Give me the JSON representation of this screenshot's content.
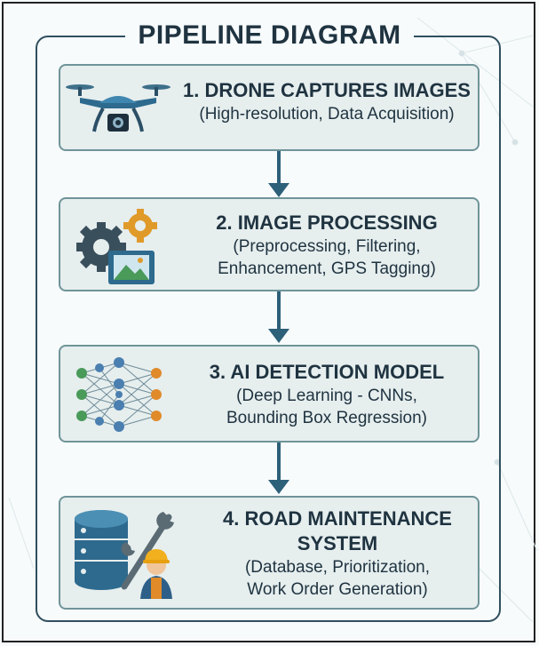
{
  "title": "PIPELINE DIAGRAM",
  "colors": {
    "frame": "#2f4f5f",
    "box_fill": "#e6eeee",
    "box_border": "#6f9499",
    "arrow": "#2d6079",
    "text": "#1f3340"
  },
  "steps": [
    {
      "heading": "1. DRONE CAPTURES IMAGES",
      "details": [
        "(High-resolution, Data Acquisition)"
      ],
      "icon": "drone-camera-icon"
    },
    {
      "heading": "2. IMAGE PROCESSING",
      "details": [
        "(Preprocessing, Filtering,",
        "Enhancement, GPS Tagging)"
      ],
      "icon": "gears-image-icon"
    },
    {
      "heading": "3. AI DETECTION MODEL",
      "details": [
        "(Deep Learning - CNNs,",
        "Bounding Box Regression)"
      ],
      "icon": "neural-network-icon"
    },
    {
      "heading_lines": [
        "4. ROAD MAINTENANCE",
        "SYSTEM"
      ],
      "details": [
        "(Database, Prioritization,",
        "Work Order Generation)"
      ],
      "icon": "database-worker-icon"
    }
  ]
}
